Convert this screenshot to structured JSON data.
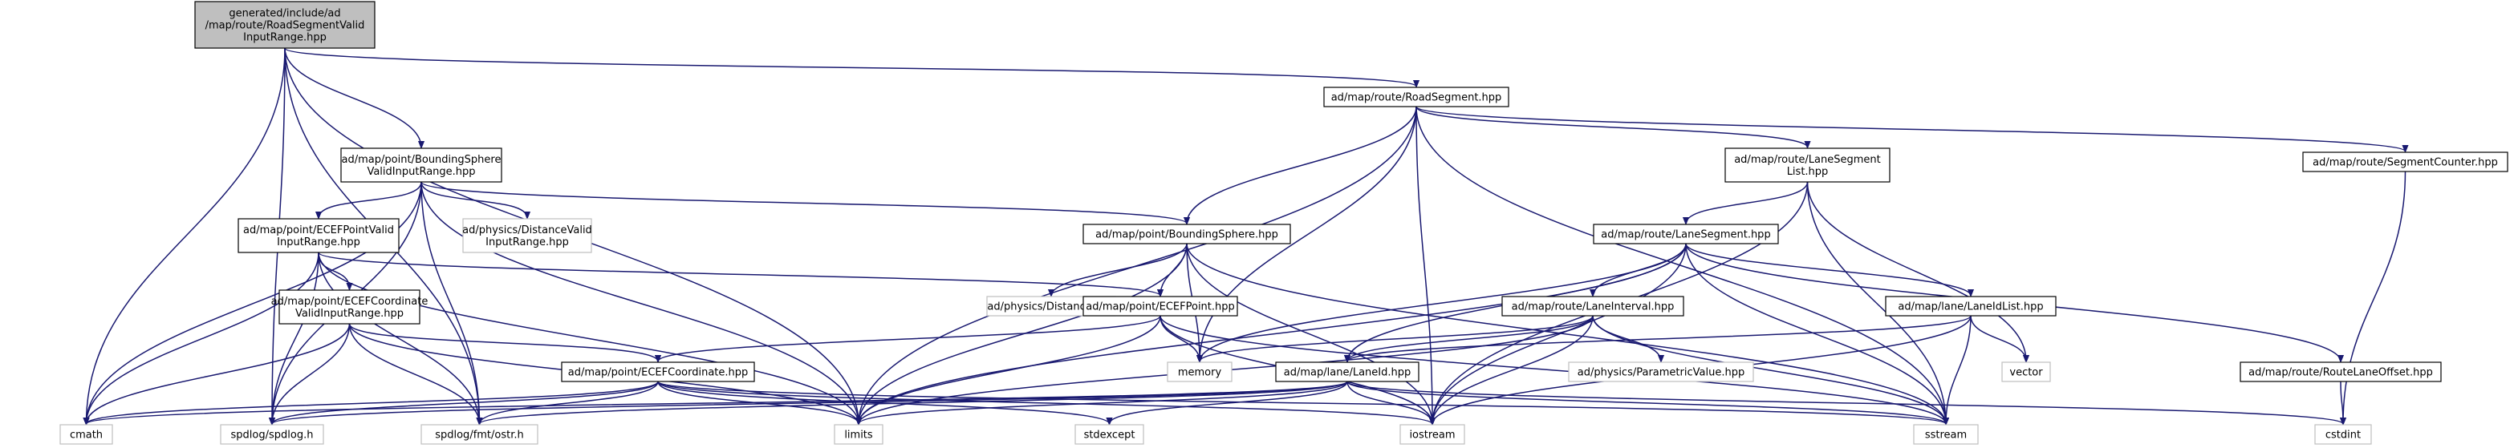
{
  "colors": {
    "edge": "#191970",
    "root_fill": "#bfbfbf",
    "root_border": "#000000",
    "local_fill": "#ffffff",
    "local_border": "#000000",
    "system_border": "#bfbfbf",
    "text": "#000000"
  },
  "nodes": {
    "root": {
      "lines": [
        "generated/include/ad",
        "/map/route/RoadSegmentValid",
        "InputRange.hpp"
      ],
      "kind": "root"
    },
    "bsvir": {
      "lines": [
        "ad/map/point/BoundingSphere",
        "ValidInputRange.hpp"
      ],
      "kind": "local"
    },
    "roadseg": {
      "lines": [
        "ad/map/route/RoadSegment.hpp"
      ],
      "kind": "local"
    },
    "ecefpvir": {
      "lines": [
        "ad/map/point/ECEFPointValid",
        "InputRange.hpp"
      ],
      "kind": "local"
    },
    "distvir": {
      "lines": [
        "ad/physics/DistanceValid",
        "InputRange.hpp"
      ],
      "kind": "system"
    },
    "bs": {
      "lines": [
        "ad/map/point/BoundingSphere.hpp"
      ],
      "kind": "local"
    },
    "lslist": {
      "lines": [
        "ad/map/route/LaneSegment",
        "List.hpp"
      ],
      "kind": "local"
    },
    "segcounter": {
      "lines": [
        "ad/map/route/SegmentCounter.hpp"
      ],
      "kind": "local"
    },
    "ecefcvir": {
      "lines": [
        "ad/map/point/ECEFCoordinate",
        "ValidInputRange.hpp"
      ],
      "kind": "local"
    },
    "laneseg": {
      "lines": [
        "ad/map/route/LaneSegment.hpp"
      ],
      "kind": "local"
    },
    "distance": {
      "lines": [
        "ad/physics/Distance.hpp"
      ],
      "kind": "system"
    },
    "ecefpoint": {
      "lines": [
        "ad/map/point/ECEFPoint.hpp"
      ],
      "kind": "local"
    },
    "laneinterval": {
      "lines": [
        "ad/map/route/LaneInterval.hpp"
      ],
      "kind": "local"
    },
    "laneidlist": {
      "lines": [
        "ad/map/lane/LaneIdList.hpp"
      ],
      "kind": "local"
    },
    "ecefcoord": {
      "lines": [
        "ad/map/point/ECEFCoordinate.hpp"
      ],
      "kind": "local"
    },
    "memory": {
      "lines": [
        "memory"
      ],
      "kind": "system"
    },
    "laneid": {
      "lines": [
        "ad/map/lane/LaneId.hpp"
      ],
      "kind": "local"
    },
    "paramvalue": {
      "lines": [
        "ad/physics/ParametricValue.hpp"
      ],
      "kind": "system"
    },
    "vector": {
      "lines": [
        "vector"
      ],
      "kind": "system"
    },
    "routelaneoffset": {
      "lines": [
        "ad/map/route/RouteLaneOffset.hpp"
      ],
      "kind": "local"
    },
    "cmath": {
      "lines": [
        "cmath"
      ],
      "kind": "system"
    },
    "spdlog": {
      "lines": [
        "spdlog/spdlog.h"
      ],
      "kind": "system"
    },
    "ostr": {
      "lines": [
        "spdlog/fmt/ostr.h"
      ],
      "kind": "system"
    },
    "limits": {
      "lines": [
        "limits"
      ],
      "kind": "system"
    },
    "stdexcept": {
      "lines": [
        "stdexcept"
      ],
      "kind": "system"
    },
    "iostream": {
      "lines": [
        "iostream"
      ],
      "kind": "system"
    },
    "sstream": {
      "lines": [
        "sstream"
      ],
      "kind": "system"
    },
    "cstdint": {
      "lines": [
        "cstdint"
      ],
      "kind": "system"
    }
  },
  "edges": [
    [
      "root",
      "bsvir"
    ],
    [
      "root",
      "roadseg"
    ],
    [
      "root",
      "cmath"
    ],
    [
      "root",
      "spdlog"
    ],
    [
      "root",
      "ostr"
    ],
    [
      "root",
      "limits"
    ],
    [
      "bsvir",
      "ecefpvir"
    ],
    [
      "bsvir",
      "distvir"
    ],
    [
      "bsvir",
      "bs"
    ],
    [
      "bsvir",
      "cmath"
    ],
    [
      "bsvir",
      "spdlog"
    ],
    [
      "bsvir",
      "ostr"
    ],
    [
      "bsvir",
      "limits"
    ],
    [
      "roadseg",
      "bs"
    ],
    [
      "roadseg",
      "lslist"
    ],
    [
      "roadseg",
      "segcounter"
    ],
    [
      "roadseg",
      "limits"
    ],
    [
      "roadseg",
      "memory"
    ],
    [
      "roadseg",
      "iostream"
    ],
    [
      "roadseg",
      "sstream"
    ],
    [
      "ecefpvir",
      "ecefcvir"
    ],
    [
      "ecefpvir",
      "ecefpoint"
    ],
    [
      "ecefpvir",
      "cmath"
    ],
    [
      "ecefpvir",
      "spdlog"
    ],
    [
      "ecefpvir",
      "ostr"
    ],
    [
      "ecefpvir",
      "limits"
    ],
    [
      "ecefcvir",
      "ecefcoord"
    ],
    [
      "ecefcvir",
      "cmath"
    ],
    [
      "ecefcvir",
      "spdlog"
    ],
    [
      "ecefcvir",
      "ostr"
    ],
    [
      "ecefcvir",
      "limits"
    ],
    [
      "bs",
      "distance"
    ],
    [
      "bs",
      "ecefpoint"
    ],
    [
      "bs",
      "memory"
    ],
    [
      "bs",
      "limits"
    ],
    [
      "bs",
      "iostream"
    ],
    [
      "bs",
      "sstream"
    ],
    [
      "ecefpoint",
      "ecefcoord"
    ],
    [
      "ecefpoint",
      "memory"
    ],
    [
      "ecefpoint",
      "limits"
    ],
    [
      "ecefpoint",
      "iostream"
    ],
    [
      "ecefpoint",
      "sstream"
    ],
    [
      "ecefcoord",
      "cmath"
    ],
    [
      "ecefcoord",
      "spdlog"
    ],
    [
      "ecefcoord",
      "ostr"
    ],
    [
      "ecefcoord",
      "limits"
    ],
    [
      "ecefcoord",
      "stdexcept"
    ],
    [
      "ecefcoord",
      "iostream"
    ],
    [
      "ecefcoord",
      "sstream"
    ],
    [
      "lslist",
      "laneseg"
    ],
    [
      "lslist",
      "vector"
    ],
    [
      "lslist",
      "iostream"
    ],
    [
      "lslist",
      "sstream"
    ],
    [
      "laneseg",
      "laneinterval"
    ],
    [
      "laneseg",
      "laneidlist"
    ],
    [
      "laneseg",
      "routelaneoffset"
    ],
    [
      "laneseg",
      "laneid"
    ],
    [
      "laneseg",
      "memory"
    ],
    [
      "laneseg",
      "limits"
    ],
    [
      "laneseg",
      "iostream"
    ],
    [
      "laneseg",
      "sstream"
    ],
    [
      "laneinterval",
      "laneid"
    ],
    [
      "laneinterval",
      "paramvalue"
    ],
    [
      "laneinterval",
      "memory"
    ],
    [
      "laneinterval",
      "limits"
    ],
    [
      "laneinterval",
      "iostream"
    ],
    [
      "laneinterval",
      "sstream"
    ],
    [
      "laneidlist",
      "laneid"
    ],
    [
      "laneidlist",
      "vector"
    ],
    [
      "laneidlist",
      "iostream"
    ],
    [
      "laneidlist",
      "sstream"
    ],
    [
      "laneid",
      "cmath"
    ],
    [
      "laneid",
      "limits"
    ],
    [
      "laneid",
      "ostr"
    ],
    [
      "laneid",
      "spdlog"
    ],
    [
      "laneid",
      "stdexcept"
    ],
    [
      "laneid",
      "iostream"
    ],
    [
      "laneid",
      "sstream"
    ],
    [
      "laneid",
      "cstdint"
    ],
    [
      "routelaneoffset",
      "cstdint"
    ],
    [
      "segcounter",
      "cstdint"
    ]
  ]
}
